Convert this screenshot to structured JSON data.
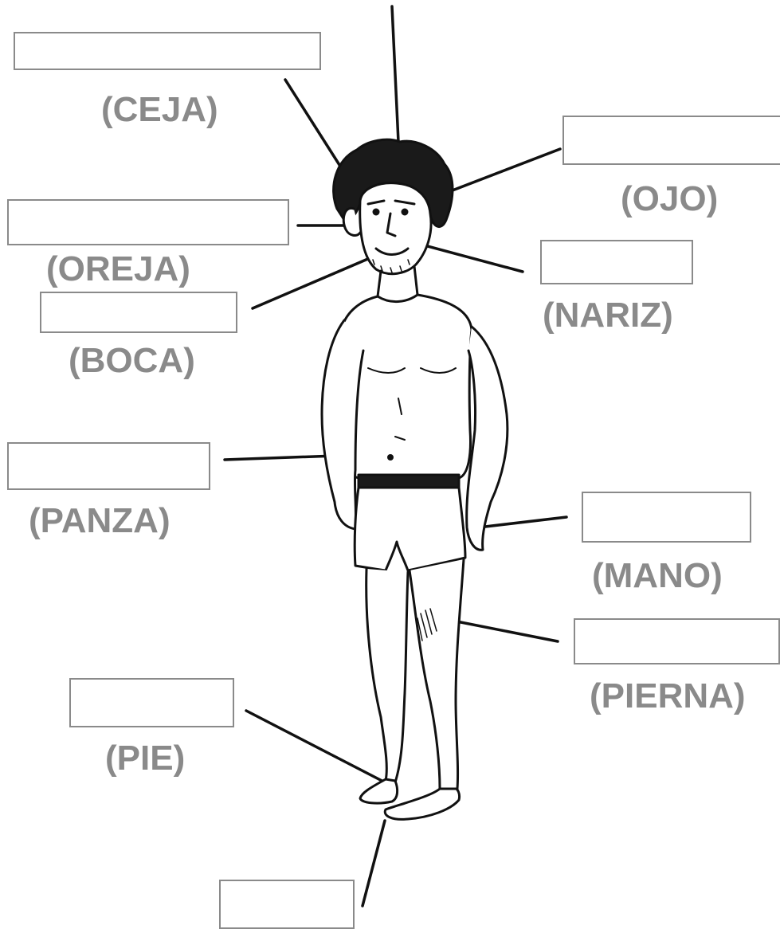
{
  "diagram": {
    "labels": {
      "ceja": "(CEJA)",
      "ojo": "(OJO)",
      "oreja": "(OREJA)",
      "nariz": "(NARIZ)",
      "boca": "(BOCA)",
      "panza": "(PANZA)",
      "mano": "(MANO)",
      "pierna": "(PIERNA)",
      "pie": "(PIE)"
    }
  }
}
